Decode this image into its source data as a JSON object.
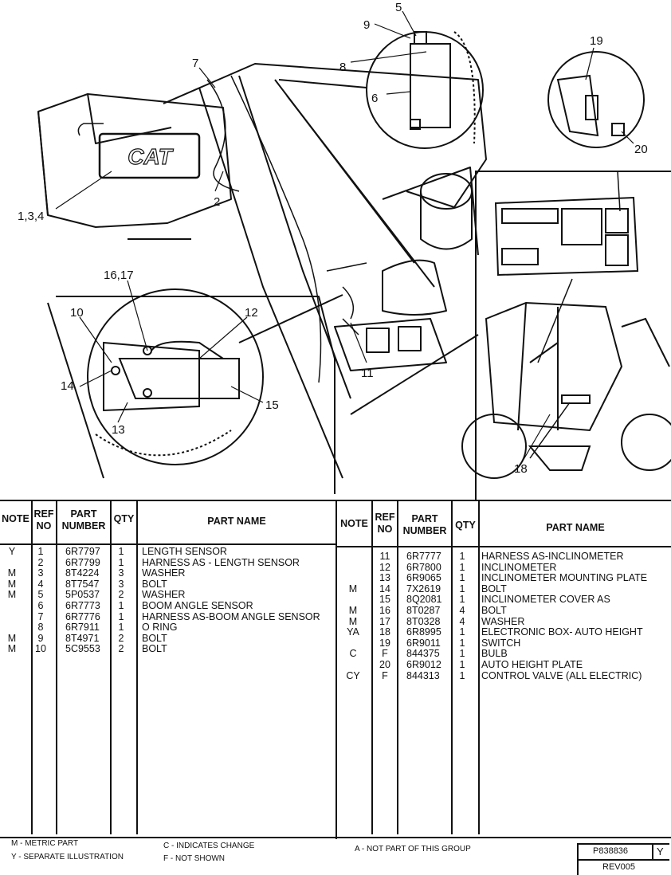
{
  "illustration": {
    "callouts": [
      "5",
      "9",
      "8",
      "6",
      "7",
      "1,3,4",
      "2",
      "19",
      "20",
      "16,17",
      "12",
      "10",
      "14",
      "13",
      "15",
      "11",
      "18"
    ],
    "cat_logo": "CAT"
  },
  "table": {
    "headers": {
      "note": "NOTE",
      "ref_no": [
        "REF",
        "NO"
      ],
      "part_number": [
        "PART",
        "NUMBER"
      ],
      "qty": "QTY",
      "part_name": "PART NAME"
    },
    "left_rows": [
      {
        "note": "Y",
        "ref": "1",
        "part": "6R7797",
        "qty": "1",
        "name": "LENGTH SENSOR"
      },
      {
        "note": "",
        "ref": "2",
        "part": "6R7799",
        "qty": "1",
        "name": "HARNESS AS - LENGTH SENSOR"
      },
      {
        "note": "M",
        "ref": "3",
        "part": "8T4224",
        "qty": "3",
        "name": "WASHER"
      },
      {
        "note": "M",
        "ref": "4",
        "part": "8T7547",
        "qty": "3",
        "name": "BOLT"
      },
      {
        "note": "M",
        "ref": "5",
        "part": "5P0537",
        "qty": "2",
        "name": "WASHER"
      },
      {
        "note": "",
        "ref": "6",
        "part": "6R7773",
        "qty": "1",
        "name": "BOOM ANGLE SENSOR"
      },
      {
        "note": "",
        "ref": "7",
        "part": "6R7776",
        "qty": "1",
        "name": "HARNESS AS-BOOM ANGLE SENSOR"
      },
      {
        "note": "",
        "ref": "8",
        "part": "6R7911",
        "qty": "1",
        "name": "O RING"
      },
      {
        "note": "M",
        "ref": "9",
        "part": "8T4971",
        "qty": "2",
        "name": "BOLT"
      },
      {
        "note": "M",
        "ref": "10",
        "part": "5C9553",
        "qty": "2",
        "name": "BOLT"
      }
    ],
    "right_rows": [
      {
        "note": "",
        "ref": "11",
        "part": "6R7777",
        "qty": "1",
        "name": "HARNESS AS-INCLINOMETER"
      },
      {
        "note": "",
        "ref": "12",
        "part": "6R7800",
        "qty": "1",
        "name": "INCLINOMETER"
      },
      {
        "note": "",
        "ref": "13",
        "part": "6R9065",
        "qty": "1",
        "name": "INCLINOMETER MOUNTING PLATE"
      },
      {
        "note": "M",
        "ref": "14",
        "part": "7X2619",
        "qty": "1",
        "name": "BOLT"
      },
      {
        "note": "",
        "ref": "15",
        "part": "8Q2081",
        "qty": "1",
        "name": "INCLINOMETER COVER AS"
      },
      {
        "note": "M",
        "ref": "16",
        "part": "8T0287",
        "qty": "4",
        "name": "BOLT"
      },
      {
        "note": "M",
        "ref": "17",
        "part": "8T0328",
        "qty": "4",
        "name": "WASHER"
      },
      {
        "note": "YA",
        "ref": "18",
        "part": "6R8995",
        "qty": "1",
        "name": "ELECTRONIC BOX- AUTO HEIGHT"
      },
      {
        "note": "",
        "ref": "19",
        "part": "6R9011",
        "qty": "1",
        "name": "SWITCH"
      },
      {
        "note": "C",
        "ref": "F",
        "part": "844375",
        "qty": "1",
        "name": "  BULB"
      },
      {
        "note": "",
        "ref": "20",
        "part": "6R9012",
        "qty": "1",
        "name": "AUTO HEIGHT PLATE"
      },
      {
        "note": "CY",
        "ref": "F",
        "part": "844313",
        "qty": "1",
        "name": "CONTROL VALVE (ALL ELECTRIC)"
      }
    ]
  },
  "footer": {
    "metric": "M - METRIC PART",
    "separate": "Y - SEPARATE ILLUSTRATION",
    "change": "C - INDICATES CHANGE",
    "not_shown": "F - NOT SHOWN",
    "not_part": "A - NOT PART OF THIS GROUP",
    "doc_number": "P838836",
    "doc_letter": "Y",
    "revision": "REV005"
  }
}
